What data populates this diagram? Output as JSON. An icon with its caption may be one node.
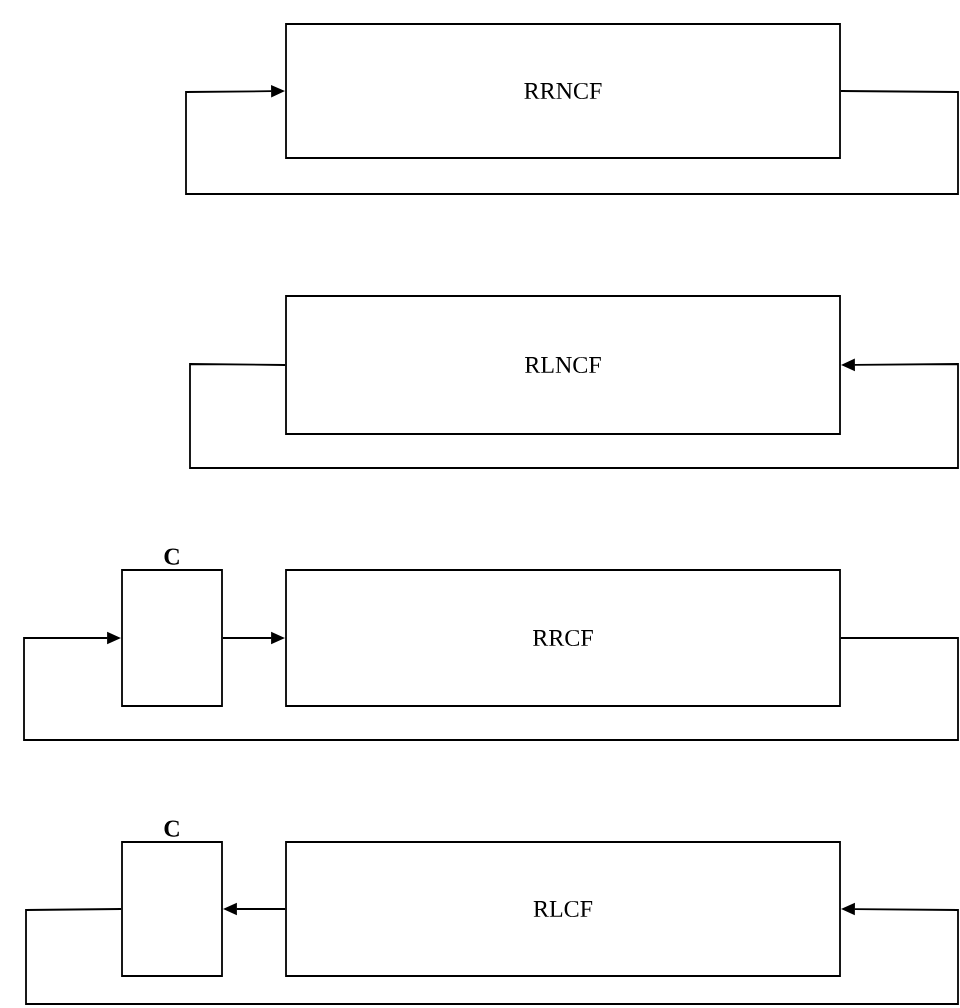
{
  "diagram": {
    "nodes": [
      {
        "text": [
          "RRNCF"
        ]
      },
      {
        "text": [
          "RLNCF"
        ]
      },
      {
        "text": [
          "C"
        ]
      },
      {
        "text": [
          "RRCF"
        ]
      },
      {
        "text": [
          "C"
        ]
      },
      {
        "text": [
          "RLCF"
        ]
      }
    ],
    "edges": [
      {
        "from": 0,
        "to": 0,
        "arrow": "to"
      },
      {
        "from": 1,
        "to": 1,
        "arrow": "to"
      },
      {
        "from": 2,
        "to": 3,
        "arrow": "to"
      },
      {
        "from": 3,
        "to": 2,
        "arrow": "to"
      },
      {
        "from": 5,
        "to": 4,
        "arrow": "to"
      },
      {
        "from": 4,
        "to": 5,
        "arrow": "to"
      }
    ]
  }
}
